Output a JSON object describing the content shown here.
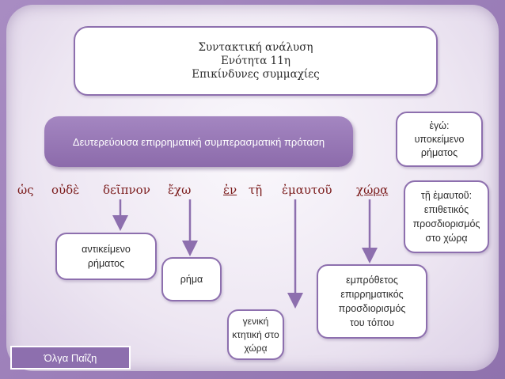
{
  "title": {
    "line1": "Συντακτική ανάλυση",
    "line2": "Ενότητα 11η",
    "line3": "Επικίνδυνες συμμαχίες"
  },
  "clause_type": "Δευτερεύουσα επιρρηματική συμπερασματική πρόταση",
  "sentence": {
    "words": [
      "ὡς",
      "οὐδὲ",
      "δεῖπνον",
      "ἔχω",
      "ἐν",
      "τῇ",
      "ἐμαυτοῦ",
      "χώρᾳ"
    ]
  },
  "labels": {
    "ego": [
      "ἐγώ:",
      "υποκείμενο",
      "ρήματος"
    ],
    "te_emautou": [
      "τῇ ἐμαυτοῦ:",
      "επιθετικός",
      "προσδιορισμός",
      "στο χώρᾳ"
    ],
    "object": [
      "αντικείμενο",
      "ρήματος"
    ],
    "verb": "ρήμα",
    "genitive": [
      "γενική",
      "κτητική στο",
      "χώρᾳ"
    ],
    "prepositional": [
      "εμπρόθετος",
      "επιρρηματικός",
      "προσδιορισμός",
      "του τόπου"
    ]
  },
  "author": "Όλγα Παΐζη",
  "colors": {
    "background": "#9c7fb9",
    "accent_purple": "#8d6fae",
    "word_color": "#7a1a1a"
  }
}
